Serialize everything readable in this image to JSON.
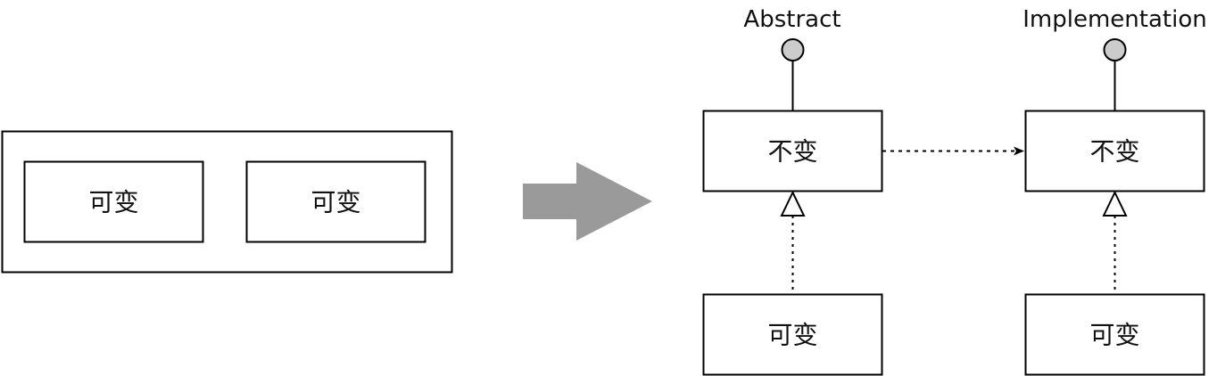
{
  "before": {
    "mutable_left": "可变",
    "mutable_right": "可变"
  },
  "after": {
    "abstraction": {
      "title": "Abstract",
      "immutable": "不变",
      "mutable": "可变"
    },
    "implementation": {
      "title": "Implementation",
      "immutable": "不变",
      "mutable": "可变"
    }
  },
  "colors": {
    "arrow": "#9a9a9a",
    "interface_circle": "#cccccc",
    "stroke": "#000000"
  }
}
